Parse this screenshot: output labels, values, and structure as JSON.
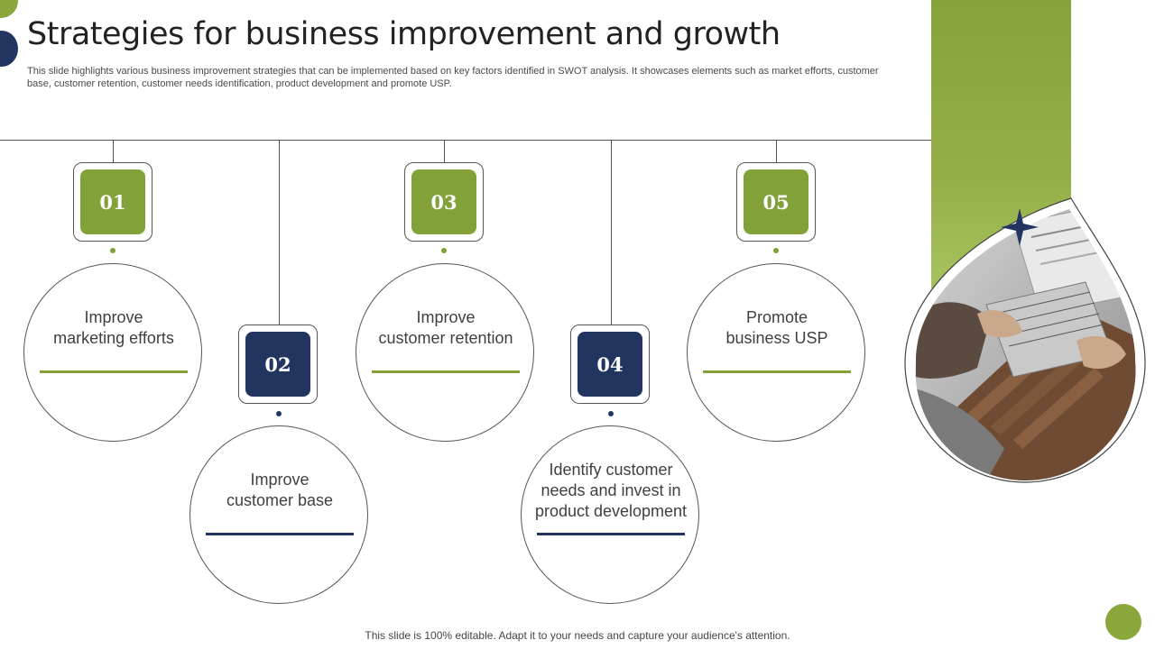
{
  "title": "Strategies for business improvement and growth",
  "subtitle": "This slide highlights various business improvement strategies that can be implemented based on key factors identified in SWOT  analysis. It showcases elements such as market efforts, customer base, customer retention, customer needs identification, product development and promote USP.",
  "steps": [
    {
      "number": "01",
      "text": [
        "Improve",
        "marketing efforts"
      ],
      "color": "#83a139"
    },
    {
      "number": "02",
      "text": [
        "Improve",
        "customer base"
      ],
      "color": "#223561"
    },
    {
      "number": "03",
      "text": [
        "Improve",
        "customer retention"
      ],
      "color": "#83a139"
    },
    {
      "number": "04",
      "text": [
        "Identify customer",
        "needs and invest in",
        "product development"
      ],
      "color": "#223561"
    },
    {
      "number": "05",
      "text": [
        "Promote",
        "business USP"
      ],
      "color": "#83a139"
    }
  ],
  "footer": "This slide is 100% editable. Adapt it to your needs and capture your audience's attention.",
  "colors": {
    "green": "#83a139",
    "navy": "#223561",
    "line": "#555555"
  },
  "icons": {
    "photo": "laptop-photo",
    "star": "four-point-star-icon"
  }
}
